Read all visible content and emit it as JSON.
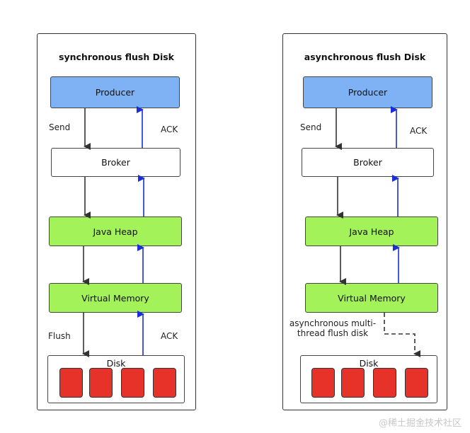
{
  "panels": [
    {
      "title": "synchronous flush Disk",
      "producer": "Producer",
      "broker": "Broker",
      "heap": "Java Heap",
      "vmem": "Virtual Memory",
      "disk": "Disk",
      "send": "Send",
      "ack_top": "ACK",
      "flush": "Flush",
      "ack_bottom": "ACK"
    },
    {
      "title": "asynchronous flush Disk",
      "producer": "Producer",
      "broker": "Broker",
      "heap": "Java Heap",
      "vmem": "Virtual Memory",
      "disk": "Disk",
      "send": "Send",
      "ack_top": "ACK",
      "async_note": "asynchronous multi-thread flush disk"
    }
  ],
  "colors": {
    "producer": "#7fb2f5",
    "memory": "#a3f25a",
    "disk_block": "#e63228",
    "down_arrow": "#333333",
    "up_arrow": "#1a2fd6"
  },
  "watermark": "@稀土掘金技术社区"
}
